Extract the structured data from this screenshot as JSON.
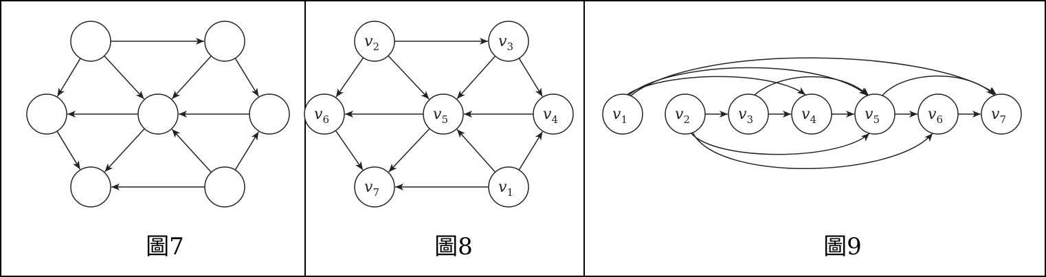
{
  "figures": [
    {
      "caption": "圖7",
      "nodes": [
        {
          "id": "a",
          "label": "",
          "sub": ""
        },
        {
          "id": "b",
          "label": "",
          "sub": ""
        },
        {
          "id": "c",
          "label": "",
          "sub": ""
        },
        {
          "id": "d",
          "label": "",
          "sub": ""
        },
        {
          "id": "e",
          "label": "",
          "sub": ""
        },
        {
          "id": "f",
          "label": "",
          "sub": ""
        },
        {
          "id": "g",
          "label": "",
          "sub": ""
        }
      ],
      "edges": [
        [
          "a",
          "b"
        ],
        [
          "a",
          "c"
        ],
        [
          "a",
          "d"
        ],
        [
          "b",
          "d"
        ],
        [
          "b",
          "e"
        ],
        [
          "d",
          "c"
        ],
        [
          "e",
          "d"
        ],
        [
          "c",
          "f"
        ],
        [
          "d",
          "f"
        ],
        [
          "g",
          "f"
        ],
        [
          "g",
          "d"
        ],
        [
          "g",
          "e"
        ]
      ]
    },
    {
      "caption": "圖8",
      "nodes": [
        {
          "id": "v2",
          "label": "v",
          "sub": "2"
        },
        {
          "id": "v3",
          "label": "v",
          "sub": "3"
        },
        {
          "id": "v6",
          "label": "v",
          "sub": "6"
        },
        {
          "id": "v5",
          "label": "v",
          "sub": "5"
        },
        {
          "id": "v4",
          "label": "v",
          "sub": "4"
        },
        {
          "id": "v7",
          "label": "v",
          "sub": "7"
        },
        {
          "id": "v1",
          "label": "v",
          "sub": "1"
        }
      ],
      "edges": [
        [
          "v2",
          "v3"
        ],
        [
          "v2",
          "v6"
        ],
        [
          "v2",
          "v5"
        ],
        [
          "v3",
          "v5"
        ],
        [
          "v3",
          "v4"
        ],
        [
          "v5",
          "v6"
        ],
        [
          "v4",
          "v5"
        ],
        [
          "v6",
          "v7"
        ],
        [
          "v5",
          "v7"
        ],
        [
          "v1",
          "v7"
        ],
        [
          "v1",
          "v5"
        ],
        [
          "v1",
          "v4"
        ]
      ]
    },
    {
      "caption": "圖9",
      "nodes": [
        {
          "id": "v1",
          "label": "v",
          "sub": "1"
        },
        {
          "id": "v2",
          "label": "v",
          "sub": "2"
        },
        {
          "id": "v3",
          "label": "v",
          "sub": "3"
        },
        {
          "id": "v4",
          "label": "v",
          "sub": "4"
        },
        {
          "id": "v5",
          "label": "v",
          "sub": "5"
        },
        {
          "id": "v6",
          "label": "v",
          "sub": "6"
        },
        {
          "id": "v7",
          "label": "v",
          "sub": "7"
        }
      ],
      "edges": [
        [
          "v2",
          "v3"
        ],
        [
          "v3",
          "v4"
        ],
        [
          "v4",
          "v5"
        ],
        [
          "v5",
          "v6"
        ],
        [
          "v6",
          "v7"
        ],
        [
          "v1",
          "v4"
        ],
        [
          "v1",
          "v5"
        ],
        [
          "v1",
          "v7"
        ],
        [
          "v3",
          "v5"
        ],
        [
          "v5",
          "v7"
        ],
        [
          "v2",
          "v5"
        ],
        [
          "v2",
          "v6"
        ]
      ]
    }
  ]
}
